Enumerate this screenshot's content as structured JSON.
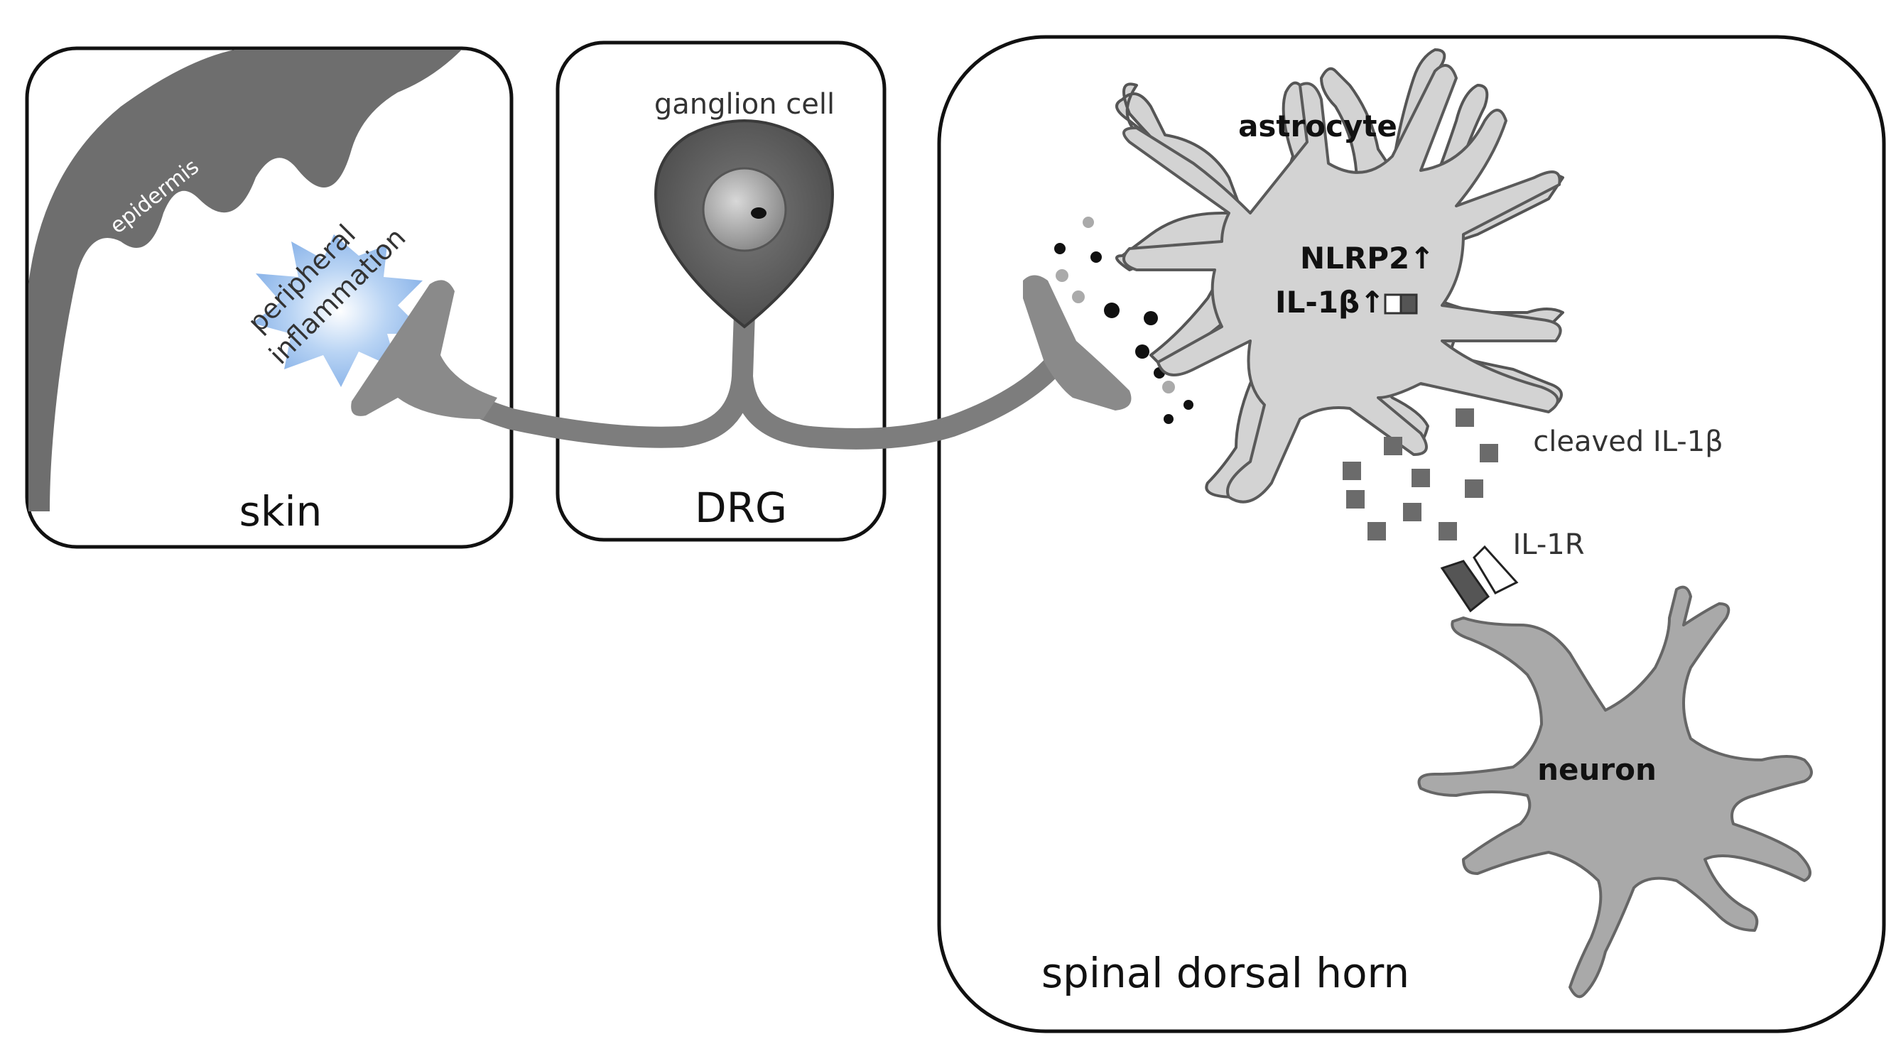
{
  "panels": {
    "skin": "skin",
    "drg": "DRG",
    "spinal": "spinal dorsal horn"
  },
  "labels": {
    "epidermis": "epidermis",
    "inflammation_line1": "peripheral",
    "inflammation_line2": "inflammation",
    "ganglion_cell": "ganglion cell",
    "astrocyte": "astrocyte",
    "nlrp2": "NLRP2↑",
    "il1b": "IL-1β↑",
    "cleaved": "cleaved IL-1β",
    "il1r": "IL-1R",
    "neuron": "neuron"
  },
  "colors": {
    "epidermis": "#6e6e6e",
    "axon": "#7d7d7d",
    "soma": "#5d5d5d",
    "astrocyte": "#d3d3d3",
    "neuron": "#a9a9a9",
    "inflammation": "#9ec2ee",
    "cleaved_square": "#6b6b6b"
  }
}
